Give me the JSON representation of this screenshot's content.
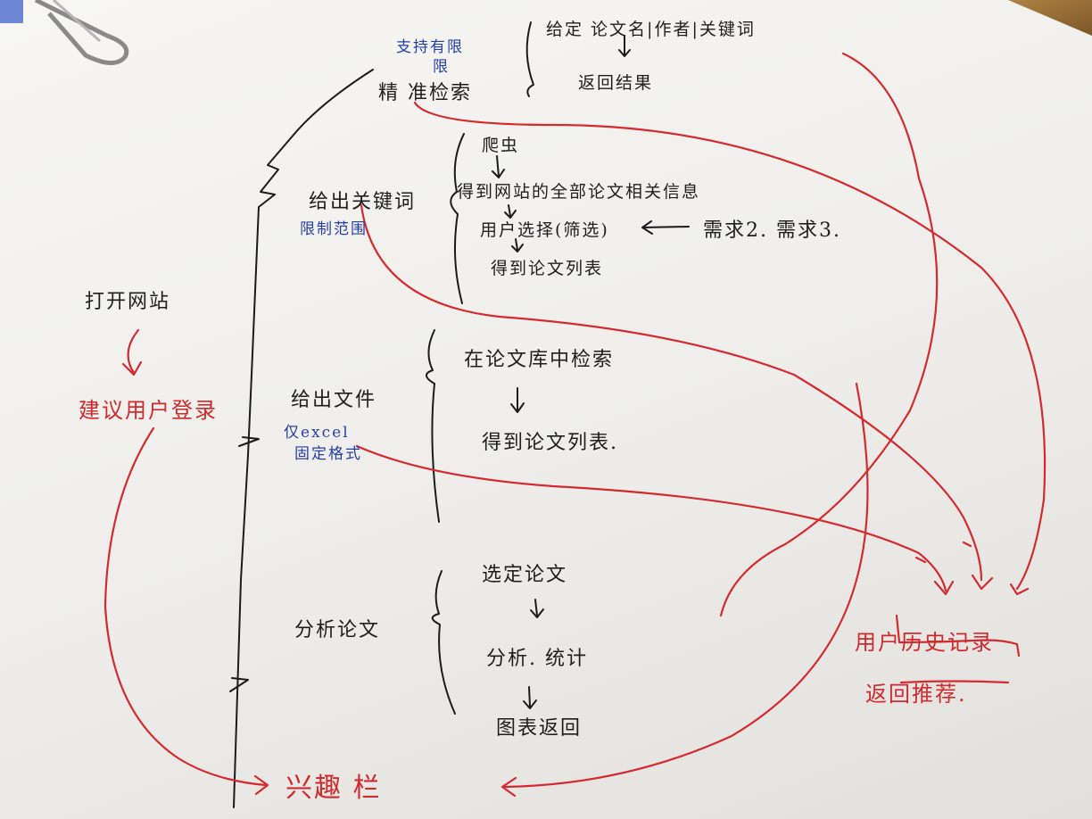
{
  "notes": {
    "top_blue": "支持有限",
    "top_blue_2": "限",
    "precise_search": "精 准检索",
    "given_author": "给定 论文名|作者|关键词",
    "return_result": "返回结果",
    "crawler": "爬虫",
    "get_all_info": "得到网站的全部论文相关信息",
    "give_keywords": "给出关键词",
    "limit_range": "限制范围",
    "user_select": "用户选择(筛选)",
    "need": "需求2. 需求3.",
    "get_list": "得到论文列表",
    "open_site": "打开网站",
    "suggest_login": "建议用户登录",
    "give_file": "给出文件",
    "excel_only": "仅excel",
    "fixed_format": "固定格式",
    "search_db": "在论文库中检索",
    "get_list_2": "得到论文列表.",
    "select_paper": "选定论文",
    "analyze_paper": "分析论文",
    "analyze_stats": "分析. 统计",
    "chart_return": "图表返回",
    "user_history": "用户历史记录",
    "return_recommend": "返回推荐.",
    "interest": "兴趣 栏"
  }
}
